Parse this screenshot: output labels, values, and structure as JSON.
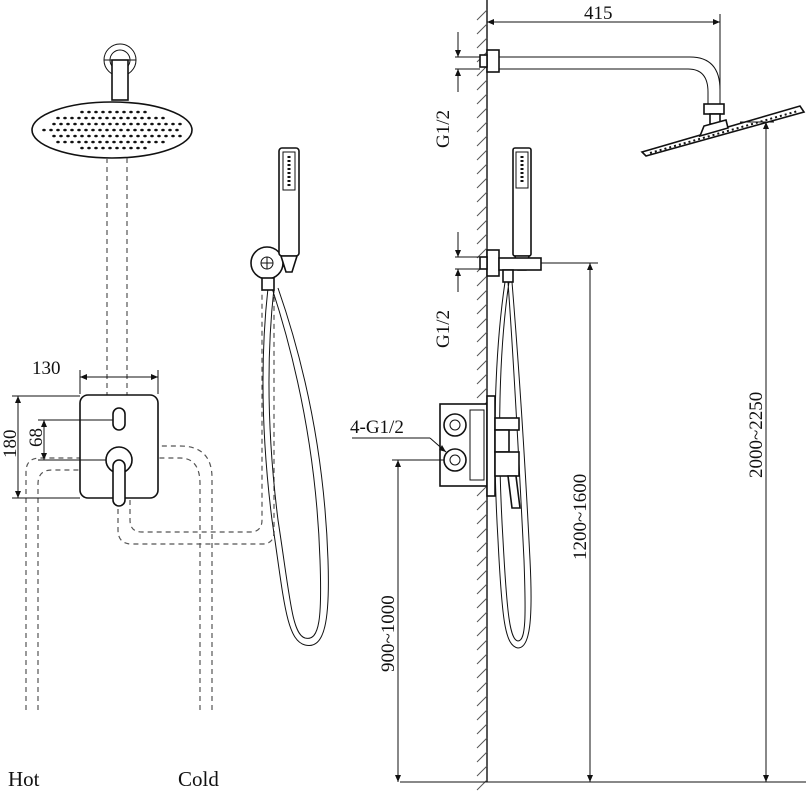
{
  "labels": {
    "dim_130": "130",
    "dim_180": "180",
    "dim_68": "68",
    "hot": "Hot",
    "cold": "Cold",
    "dim_415": "415",
    "g12_top": "G1/2",
    "g12_mid": "G1/2",
    "valve_ports": "4-G1/2",
    "dim_900_1000": "900~1000",
    "dim_1200_1600": "1200~1600",
    "dim_2000_2250": "2000~2250"
  }
}
